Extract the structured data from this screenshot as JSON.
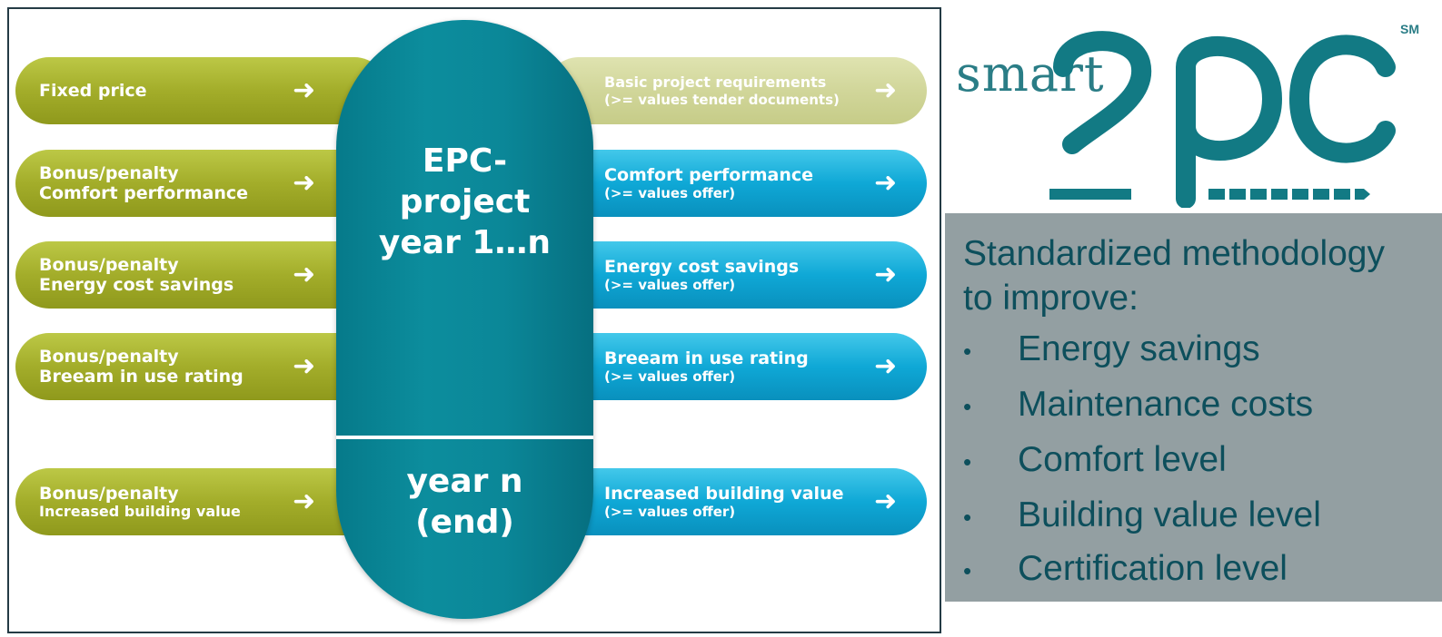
{
  "left_items": [
    {
      "line1": "Fixed price",
      "line2": ""
    },
    {
      "line1": "Bonus/penalty",
      "line2": "Comfort performance"
    },
    {
      "line1": "Bonus/penalty",
      "line2": "Energy cost savings"
    },
    {
      "line1": "Bonus/penalty",
      "line2": "Breeam in use rating"
    },
    {
      "line1": "Bonus/penalty",
      "line2": "Increased building value"
    }
  ],
  "right_items": [
    {
      "title": "Basic project requirements",
      "sub": "(>= values tender documents)"
    },
    {
      "title": "Comfort performance",
      "sub": "(>= values offer)"
    },
    {
      "title": "Energy cost savings",
      "sub": "(>= values offer)"
    },
    {
      "title": "Breeam in use rating",
      "sub": "(>= values offer)"
    },
    {
      "title": "Increased building value",
      "sub": "(>= values offer)"
    }
  ],
  "arrow_glyph": "➜",
  "center": {
    "top_line1": "EPC-",
    "top_line2": "project",
    "top_line3": "year 1…n",
    "bottom_line1": "year n",
    "bottom_line2": "(end)"
  },
  "logo": {
    "small_text": "smart",
    "sm": "SM"
  },
  "panel": {
    "heading_line1": "Standardized methodology",
    "heading_line2": "to improve:",
    "bullet_glyph": "•",
    "bullets": [
      "Energy savings",
      "Maintenance costs",
      "Comfort level",
      "Building value level",
      "Certification level"
    ]
  },
  "colors": {
    "left_pill": "#a3ad2a",
    "right_pill": "#0fa8d6",
    "center_capsule": "#0b8798",
    "panel_bg": "#939fa2",
    "logo_teal": "#127a84"
  }
}
